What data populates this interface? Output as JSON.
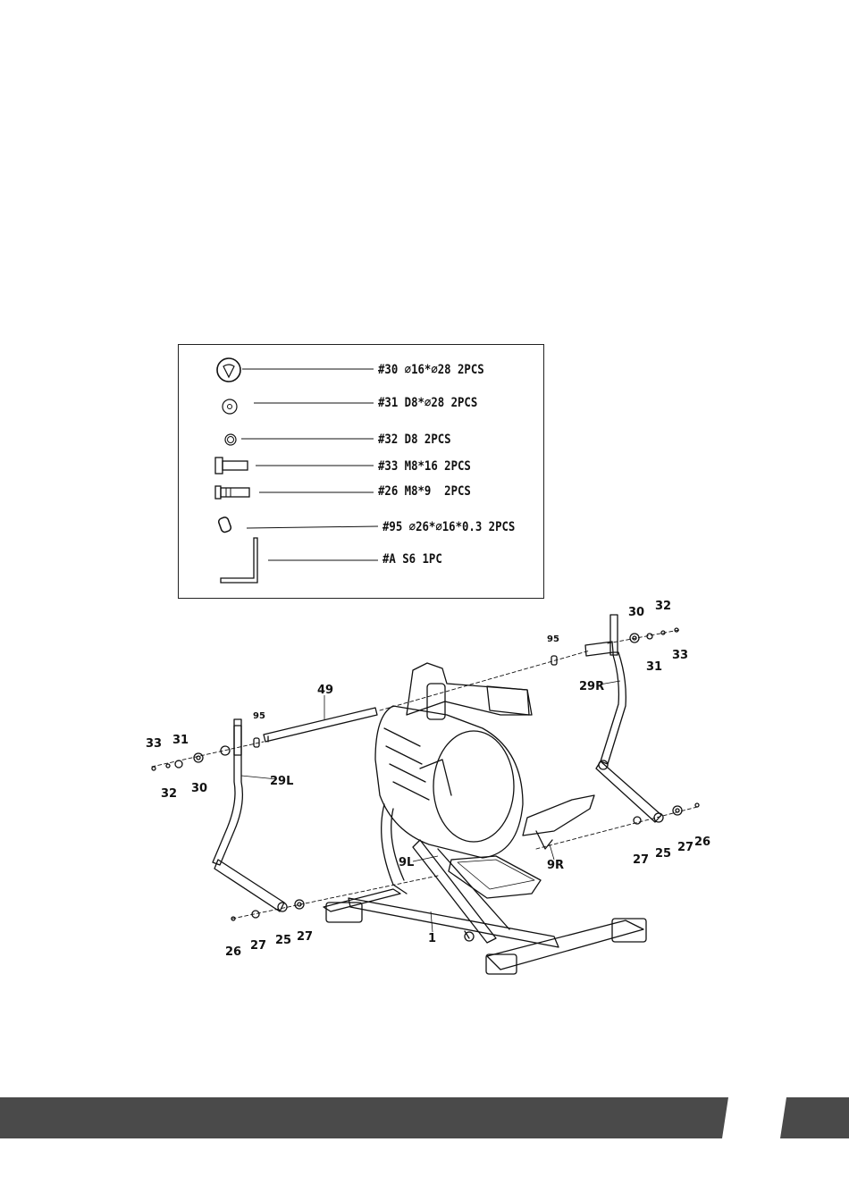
{
  "parts_list": [
    {
      "icon": "washer-large-icon",
      "label": "#30 ⌀16*⌀28 2PCS"
    },
    {
      "icon": "washer-flat-icon",
      "label": "#31 D8*⌀28 2PCS"
    },
    {
      "icon": "spring-washer-icon",
      "label": "#32 D8 2PCS"
    },
    {
      "icon": "bolt-m8x16-icon",
      "label": "#33 M8*16 2PCS"
    },
    {
      "icon": "bolt-m8x9-icon",
      "label": "#26 M8*9  2PCS"
    },
    {
      "icon": "wave-washer-icon",
      "label": "#95 ⌀26*⌀16*0.3 2PCS"
    },
    {
      "icon": "allen-key-icon",
      "label": "#A S6 1PC"
    }
  ],
  "callouts": {
    "c30_right": "30",
    "c32_right": "32",
    "c95_right": "95",
    "c31_right": "31",
    "c33_right": "33",
    "c29r": "29R",
    "c49": "49",
    "c95_left": "95",
    "c33_left": "33",
    "c31_left": "31",
    "c32_left": "32",
    "c30_left": "30",
    "c29l": "29L",
    "c9l": "9L",
    "c9r": "9R",
    "c27_r1": "27",
    "c25_r": "25",
    "c27_r2": "27",
    "c26_r": "26",
    "c26_l": "26",
    "c27_l1": "27",
    "c25_l": "25",
    "c27_l2": "27",
    "c1": "1"
  },
  "colors": {
    "footer": "#4a4a4a",
    "line": "#111111"
  }
}
